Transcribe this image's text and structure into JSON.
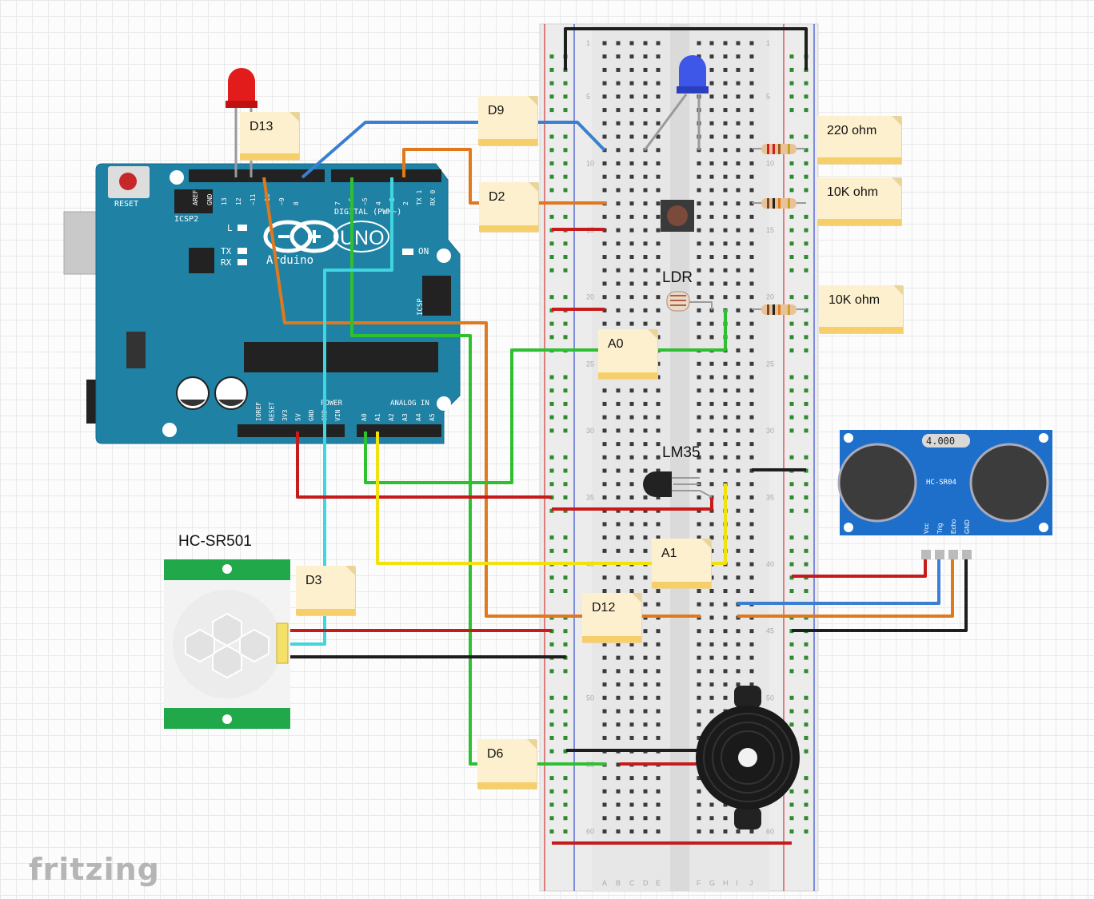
{
  "brand": "fritzing",
  "notes": {
    "d13": "D13",
    "d9": "D9",
    "d2": "D2",
    "a0": "A0",
    "d3": "D3",
    "a1": "A1",
    "d12": "D12",
    "d6": "D6",
    "r220": "220 ohm",
    "r10k_a": "10K ohm",
    "r10k_b": "10K ohm"
  },
  "components": {
    "ldr": "LDR",
    "lm35": "LM35",
    "pir": "HC-SR501",
    "sonar_model": "HC-SR04",
    "sonar_display": "4.000",
    "sonar_pins": [
      "Vcc",
      "Trig",
      "Echo",
      "GND"
    ]
  },
  "arduino": {
    "reset": "RESET",
    "icsp2": "ICSP2",
    "icsp": "ICSP",
    "uno": "UNO",
    "name": "Arduino",
    "l": "L",
    "tx": "TX",
    "rx": "RX",
    "on": "ON",
    "digital": "DIGITAL (PWM~)",
    "power": "POWER",
    "analog": "ANALOG IN",
    "top_pins": [
      "AREF",
      "GND",
      "13",
      "12",
      "~11",
      "~10",
      "~9",
      "8",
      "7",
      "~6",
      "~5",
      "4",
      "~3",
      "2",
      "TX 1",
      "RX 0"
    ],
    "bottom_pins": [
      "IOREF",
      "RESET",
      "3V3",
      "5V",
      "GND",
      "GND",
      "VIN",
      "A0",
      "A1",
      "A2",
      "A3",
      "A4",
      "A5"
    ]
  },
  "breadboard": {
    "row_numbers": [
      "1",
      "5",
      "10",
      "15",
      "20",
      "25",
      "30",
      "35",
      "40",
      "45",
      "50",
      "55",
      "60"
    ],
    "column_letters": [
      "A",
      "B",
      "C",
      "D",
      "E",
      "F",
      "G",
      "H",
      "I",
      "J"
    ]
  },
  "colors": {
    "arduino": "#1f82a4",
    "red_wire": "#c71b1b",
    "blue_wire": "#3a7fd1",
    "orange_wire": "#e0781c",
    "green_wire": "#2ec030",
    "yellow_wire": "#f1e10d",
    "cyan_wire": "#3fd6e0",
    "black_wire": "#1e1e1e",
    "note_bg": "#fdf0cf",
    "note_edge": "#f6cf6a"
  }
}
